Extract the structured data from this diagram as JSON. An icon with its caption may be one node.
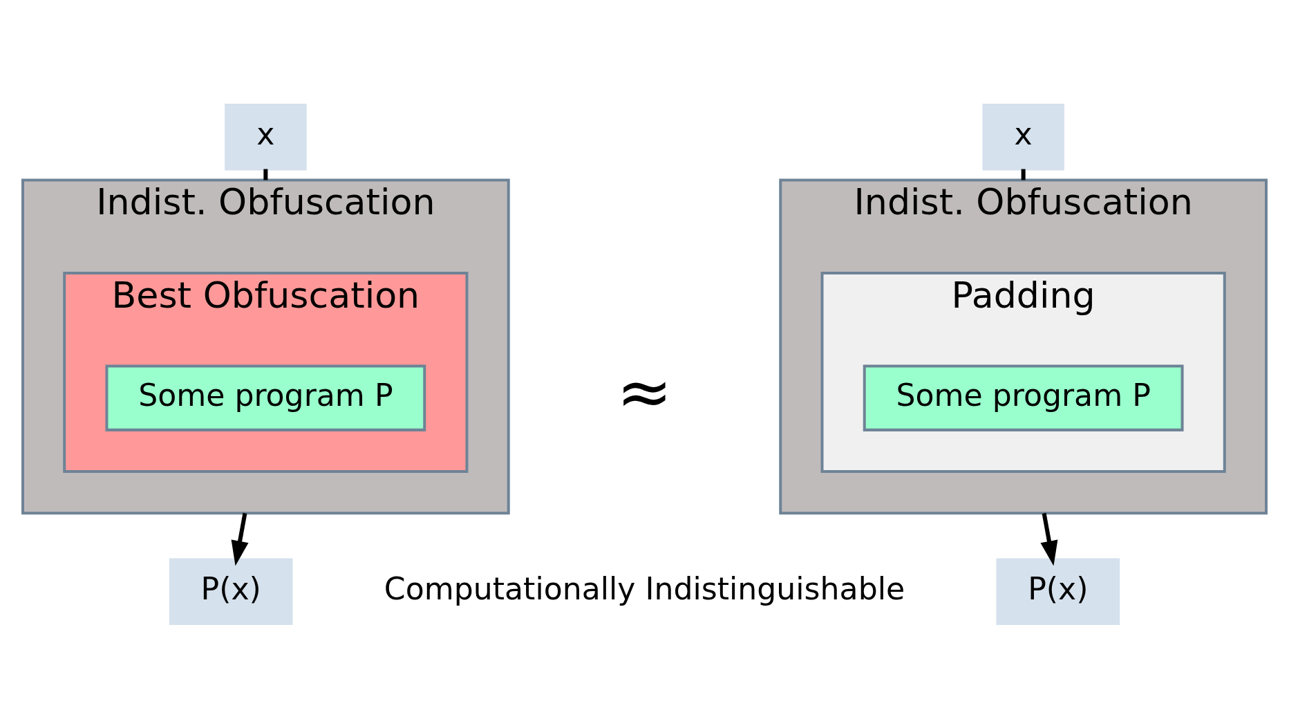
{
  "diagram": {
    "nodes": [
      {
        "text": [
          "x"
        ]
      },
      {
        "text": [
          "Indist. Obfuscation"
        ]
      },
      {
        "text": [
          "Best Obfuscation"
        ],
        "in": 1
      },
      {
        "text": [
          "Some program P"
        ],
        "in": 2
      },
      {
        "text": [
          "P(x)"
        ]
      },
      {
        "text": [
          "x"
        ]
      },
      {
        "text": [
          "Indist. Obfuscation"
        ]
      },
      {
        "text": [
          "Padding"
        ],
        "in": 6
      },
      {
        "text": [
          "Some program P"
        ],
        "in": 7
      },
      {
        "text": [
          "P(x)"
        ]
      }
    ],
    "edges": [
      {
        "from": 0,
        "to": 1,
        "arrow": "none"
      },
      {
        "from": 1,
        "to": 4,
        "arrow": "to"
      },
      {
        "from": 5,
        "to": 6,
        "arrow": "none"
      },
      {
        "from": 6,
        "to": 9,
        "arrow": "to"
      }
    ],
    "labels": [
      "≈",
      "Computationally Indistinguishable"
    ]
  }
}
